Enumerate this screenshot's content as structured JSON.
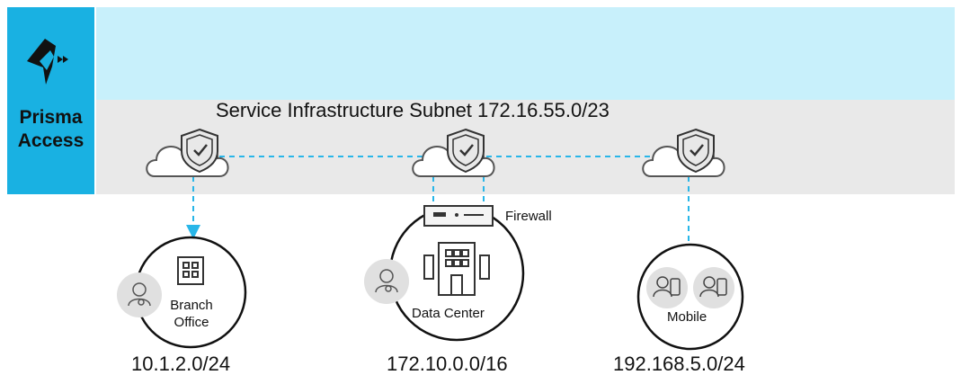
{
  "brand": {
    "name_line1": "Prisma",
    "name_line2": "Access",
    "logo_icon": "prisma-access-logo"
  },
  "subnet": {
    "title": "Service Infrastructure Subnet 172.16.55.0/23"
  },
  "colors": {
    "accent": "#19b1e2",
    "band_blue": "#c8f0fb",
    "band_gray": "#e9e9e9",
    "connector": "#29b6e8"
  },
  "sites": [
    {
      "label_line1": "Branch",
      "label_line2": "Office",
      "network": "10.1.2.0/24",
      "icon": "building-icon"
    },
    {
      "label": "Data Center",
      "network": "172.10.0.0/16",
      "icon": "datacenter-icon",
      "device_label": "Firewall"
    },
    {
      "label": "Mobile",
      "network": "192.168.5.0/24",
      "icon": "mobile-user-icon"
    }
  ],
  "cloud_nodes": [
    {
      "icon": "cloud-shield-check-icon"
    },
    {
      "icon": "cloud-shield-check-icon"
    },
    {
      "icon": "cloud-shield-check-icon"
    }
  ]
}
